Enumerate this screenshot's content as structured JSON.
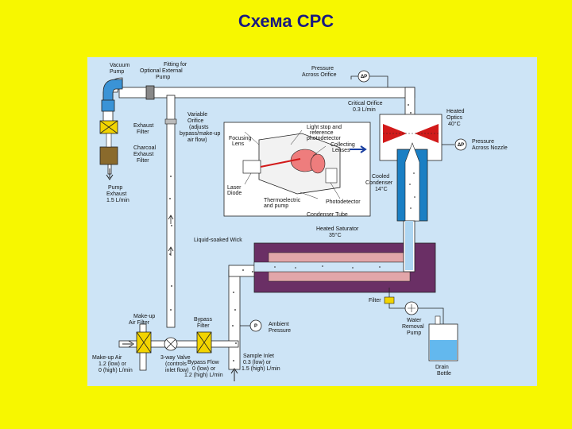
{
  "page": {
    "title": "Схема CPC"
  },
  "labels": {
    "vacuum_pump": [
      "Vacuum",
      "Pump"
    ],
    "fitting": [
      "Fitting for",
      "Optional External",
      "Pump"
    ],
    "pressure_orifice": [
      "Pressure",
      "Across Orifice"
    ],
    "delta_p": "ΔP",
    "critical_orifice": [
      "Critical Orifice",
      "0.3 L/min"
    ],
    "heated_optics": [
      "Heated",
      "Optics",
      "40°C"
    ],
    "pressure_nozzle": [
      "Pressure",
      "Across Nozzle"
    ],
    "exhaust_filter": [
      "Exhaust",
      "Filter"
    ],
    "charcoal_filter": [
      "Charcoal",
      "Exhaust",
      "Filter"
    ],
    "variable_orifice": [
      "Variable",
      "Orifice",
      "(adjusts",
      "bypass/make-up",
      "air flow)"
    ],
    "focusing_lens": [
      "Focusing",
      "Lens"
    ],
    "light_stop": [
      "Light stop and",
      "reference",
      "photodetector"
    ],
    "collecting_lenses": [
      "Collecting",
      "Lenses"
    ],
    "laser_diode": [
      "Laser",
      "Diode"
    ],
    "thermoelectric": [
      "Thermoelectric",
      "and pump"
    ],
    "photodetector": "Photodetector",
    "condenser_tube": "Condenser Tube",
    "cooled_condenser": [
      "Cooled",
      "Condenser",
      "14°C"
    ],
    "pump_exhaust": [
      "Pump",
      "Exhaust",
      "1.5 L/min"
    ],
    "heated_saturator": [
      "Heated Saturator",
      "35°C"
    ],
    "liquid_wick": "Liquid-soaked Wick",
    "filter": "Filter",
    "water_pump": [
      "Water",
      "Removal",
      "Pump"
    ],
    "makeup_filter": [
      "Make-up",
      "Air Filter"
    ],
    "bypass_filter": [
      "Bypass",
      "Filter"
    ],
    "ambient_pressure": [
      "Ambient",
      "Pressure"
    ],
    "p_symbol": "P",
    "makeup_air": [
      "Make-up Air",
      "1.2 (low) or",
      "0 (high) L/min"
    ],
    "valve3": [
      "3-way Valve",
      "(controls",
      "inlet flow)"
    ],
    "bypass_flow": [
      "Bypass Flow",
      "0 (low) or",
      "1.2 (high) L/min"
    ],
    "sample_inlet": [
      "Sample Inlet",
      "0.3 (low) or",
      "1.5 (high) L/min"
    ],
    "drain_bottle": [
      "Drain",
      "Bottle"
    ]
  },
  "colors": {
    "page_bg": "#f7f700",
    "panel_bg": "#cde4f6",
    "tube_fill": "#ffffff",
    "pump_blue": "#3a93d6",
    "filter_yellow": "#f2d400",
    "charcoal_brown": "#8a6a2c",
    "saturator_purple": "#6a2f65",
    "saturator_pink": "#e2a6a9",
    "condenser_blue": "#1a7fc4",
    "optics_red": "#d21a1a",
    "water_blue": "#63b8ee"
  }
}
